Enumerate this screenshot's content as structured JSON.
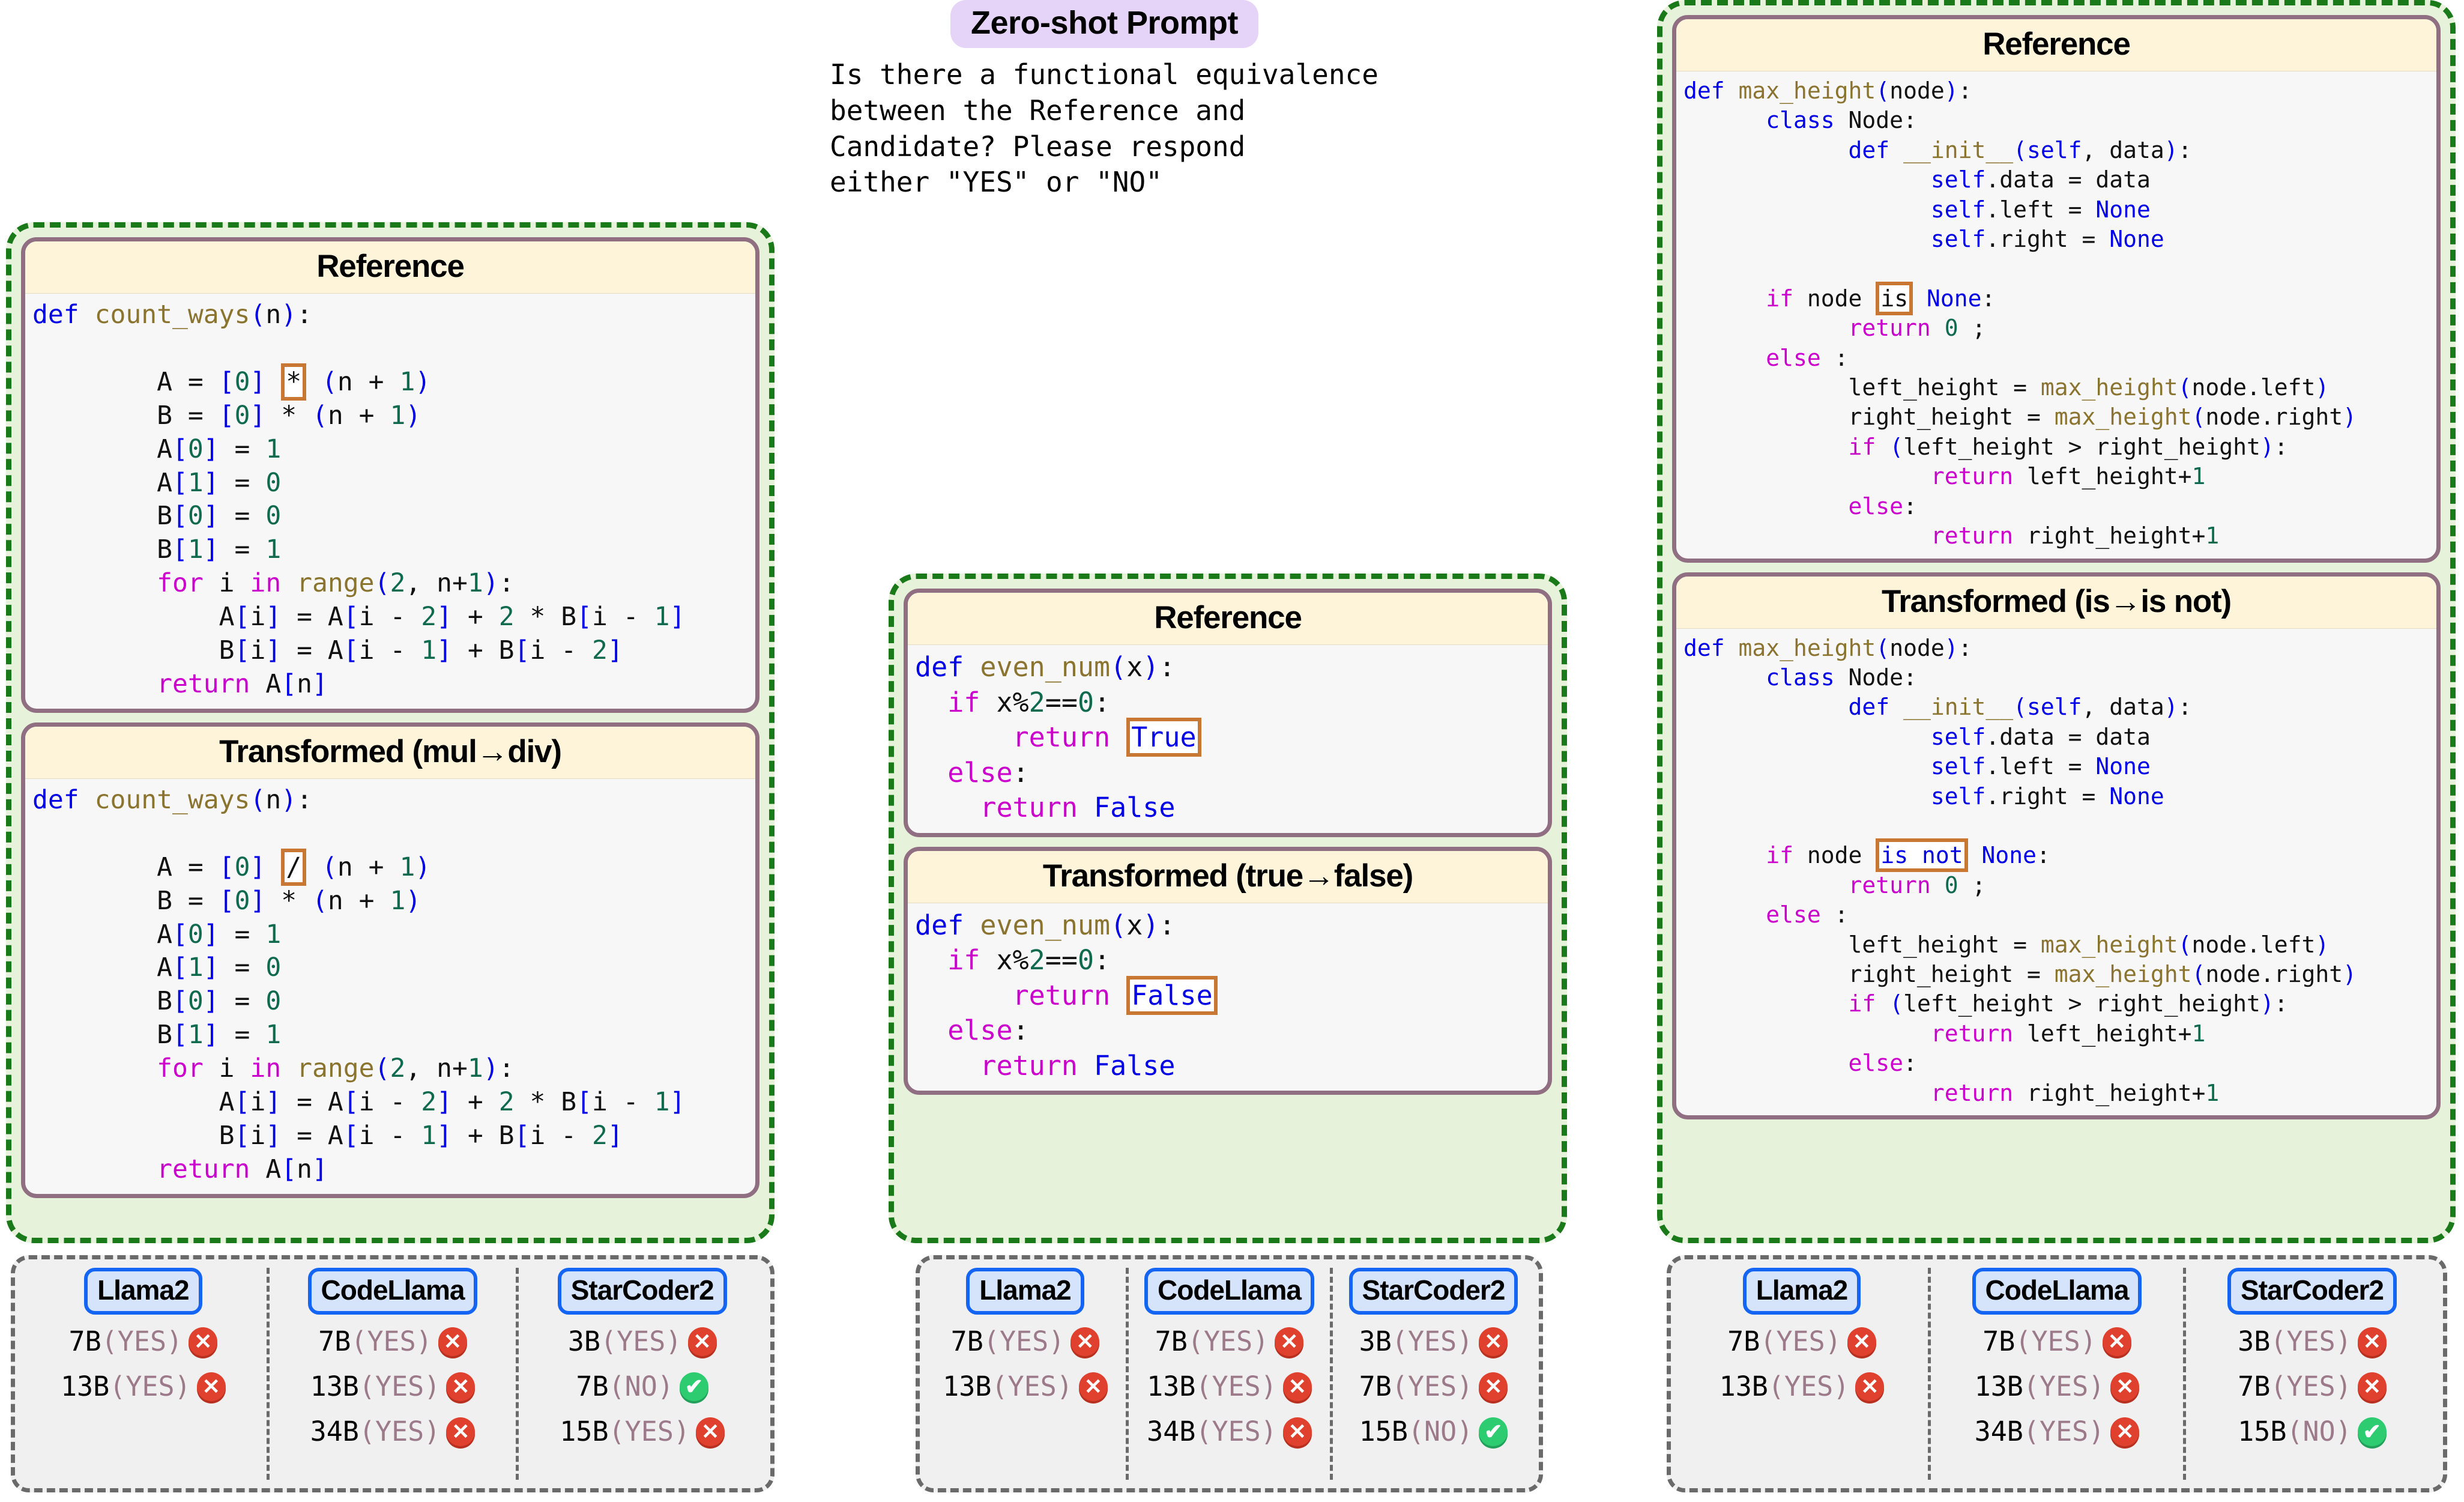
{
  "prompt": {
    "badge_label": "Zero-shot Prompt",
    "text": "Is there a functional equivalence\nbetween the Reference and\nCandidate? Please respond\neither \"YES\" or \"NO\""
  },
  "columns": [
    {
      "id": "left",
      "reference": {
        "title": "Reference",
        "function": "count_ways",
        "highlight_token": "*",
        "lines": [
          "def count_ways(n):",
          "",
          "        A = [0] * (n + 1)",
          "        B = [0] * (n + 1)",
          "        A[0] = 1",
          "        A[1] = 0",
          "        B[0] = 0",
          "        B[1] = 1",
          "        for i in range(2, n+1):",
          "            A[i] = A[i - 2] + 2 * B[i - 1]",
          "            B[i] = A[i - 1] + B[i - 2]",
          "        return A[n]"
        ]
      },
      "transformed": {
        "title": "Transformed (mul→div)",
        "function": "count_ways",
        "highlight_token": "/",
        "lines": [
          "def count_ways(n):",
          "",
          "        A = [0] / (n + 1)",
          "        B = [0] * (n + 1)",
          "        A[0] = 1",
          "        A[1] = 0",
          "        B[0] = 0",
          "        B[1] = 1",
          "        for i in range(2, n+1):",
          "            A[i] = A[i - 2] + 2 * B[i - 1]",
          "            B[i] = A[i - 1] + B[i - 2]",
          "        return A[n]"
        ]
      },
      "results": [
        {
          "model": "Llama2",
          "rows": [
            {
              "size": "7B",
              "answer": "(YES)",
              "correct": false
            },
            {
              "size": "13B",
              "answer": "(YES)",
              "correct": false
            }
          ]
        },
        {
          "model": "CodeLlama",
          "rows": [
            {
              "size": "7B",
              "answer": "(YES)",
              "correct": false
            },
            {
              "size": "13B",
              "answer": "(YES)",
              "correct": false
            },
            {
              "size": "34B",
              "answer": "(YES)",
              "correct": false
            }
          ]
        },
        {
          "model": "StarCoder2",
          "rows": [
            {
              "size": "3B",
              "answer": "(YES)",
              "correct": false
            },
            {
              "size": "7B",
              "answer": "(NO)",
              "correct": true
            },
            {
              "size": "15B",
              "answer": "(YES)",
              "correct": false
            }
          ]
        }
      ]
    },
    {
      "id": "mid",
      "reference": {
        "title": "Reference",
        "function": "even_num",
        "highlight_token": "True",
        "lines": [
          "def even_num(x):",
          "  if x%2==0:",
          "      return True",
          "  else:",
          "    return False"
        ]
      },
      "transformed": {
        "title": "Transformed (true→false)",
        "function": "even_num",
        "highlight_token": "False",
        "lines": [
          "def even_num(x):",
          "  if x%2==0:",
          "      return False",
          "  else:",
          "    return False"
        ]
      },
      "results": [
        {
          "model": "Llama2",
          "rows": [
            {
              "size": "7B",
              "answer": "(YES)",
              "correct": false
            },
            {
              "size": "13B",
              "answer": "(YES)",
              "correct": false
            }
          ]
        },
        {
          "model": "CodeLlama",
          "rows": [
            {
              "size": "7B",
              "answer": "(YES)",
              "correct": false
            },
            {
              "size": "13B",
              "answer": "(YES)",
              "correct": false
            },
            {
              "size": "34B",
              "answer": "(YES)",
              "correct": false
            }
          ]
        },
        {
          "model": "StarCoder2",
          "rows": [
            {
              "size": "3B",
              "answer": "(YES)",
              "correct": false
            },
            {
              "size": "7B",
              "answer": "(YES)",
              "correct": false
            },
            {
              "size": "15B",
              "answer": "(NO)",
              "correct": true
            }
          ]
        }
      ]
    },
    {
      "id": "right",
      "reference": {
        "title": "Reference",
        "function": "max_height",
        "highlight_token": "is",
        "lines": [
          "def max_height(node):",
          "      class Node:",
          "            def __init__(self, data):",
          "                  self.data = data",
          "                  self.left = None",
          "                  self.right = None",
          "",
          "      if node is None:",
          "            return 0 ;",
          "      else :",
          "            left_height = max_height(node.left)",
          "            right_height = max_height(node.right)",
          "            if (left_height > right_height):",
          "                  return left_height+1",
          "            else:",
          "                  return right_height+1"
        ]
      },
      "transformed": {
        "title": "Transformed (is→is not)",
        "function": "max_height",
        "highlight_token": "is not",
        "lines": [
          "def max_height(node):",
          "      class Node:",
          "            def __init__(self, data):",
          "                  self.data = data",
          "                  self.left = None",
          "                  self.right = None",
          "",
          "      if node is not None:",
          "            return 0 ;",
          "      else :",
          "            left_height = max_height(node.left)",
          "            right_height = max_height(node.right)",
          "            if (left_height > right_height):",
          "                  return left_height+1",
          "            else:",
          "                  return right_height+1"
        ]
      },
      "results": [
        {
          "model": "Llama2",
          "rows": [
            {
              "size": "7B",
              "answer": "(YES)",
              "correct": false
            },
            {
              "size": "13B",
              "answer": "(YES)",
              "correct": false
            }
          ]
        },
        {
          "model": "CodeLlama",
          "rows": [
            {
              "size": "7B",
              "answer": "(YES)",
              "correct": false
            },
            {
              "size": "13B",
              "answer": "(YES)",
              "correct": false
            },
            {
              "size": "34B",
              "answer": "(YES)",
              "correct": false
            }
          ]
        },
        {
          "model": "StarCoder2",
          "rows": [
            {
              "size": "3B",
              "answer": "(YES)",
              "correct": false
            },
            {
              "size": "7B",
              "answer": "(YES)",
              "correct": false
            },
            {
              "size": "15B",
              "answer": "(NO)",
              "correct": true
            }
          ]
        }
      ]
    }
  ],
  "icons": {
    "incorrect": "✕",
    "correct": "✔"
  },
  "colors": {
    "accent_green": "#1a7a1a",
    "panel_green": "#e6f2da",
    "header_cream": "#fdf4da",
    "card_border": "#8f6f81",
    "highlight_orange": "#c87832",
    "badge_lavender": "#e5d4f7",
    "model_blue": "#1565f5",
    "bad_red": "#e0412f",
    "good_green": "#2ecc71"
  }
}
